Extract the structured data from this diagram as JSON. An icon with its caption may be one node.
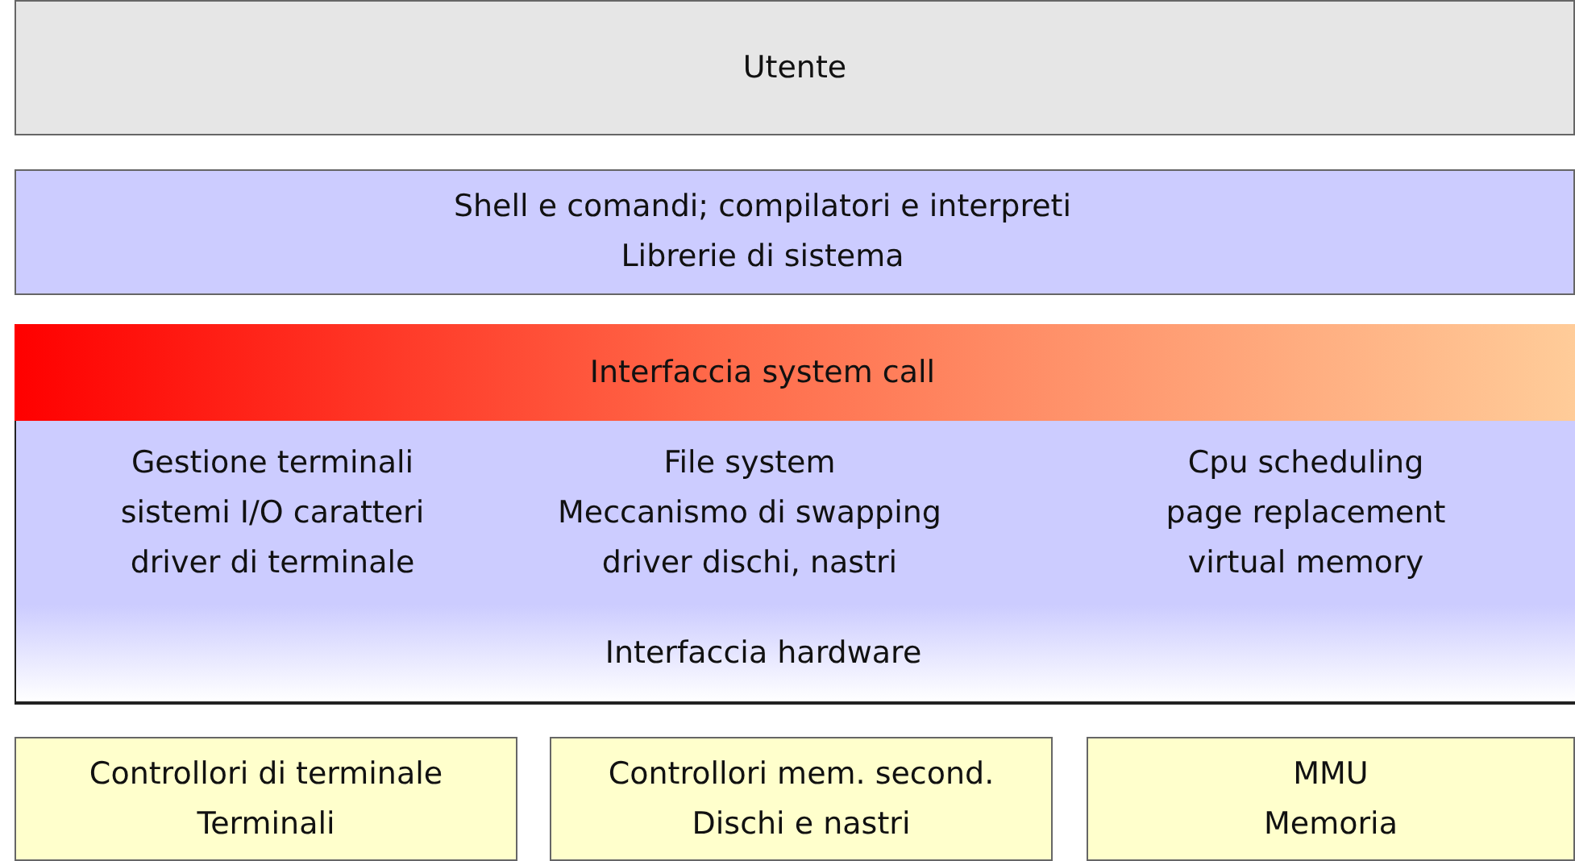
{
  "diagram": {
    "nodes": [
      {
        "text": [
          "Utente"
        ]
      },
      {
        "text": [
          "Shell e comandi; compilatori e interpreti",
          "Librerie di sistema"
        ]
      },
      {
        "text": [
          "Interfaccia system call"
        ]
      },
      {
        "text": [
          "Gestione terminali",
          "sistemi I/O caratteri",
          "driver di terminale"
        ]
      },
      {
        "text": [
          "File system",
          "Meccanismo di swapping",
          "driver dischi, nastri"
        ]
      },
      {
        "text": [
          "Cpu scheduling",
          "page replacement",
          "virtual memory"
        ]
      },
      {
        "text": [
          "Interfaccia hardware"
        ]
      },
      {
        "text": [
          "Controllori di terminale",
          "Terminali"
        ]
      },
      {
        "text": [
          "Controllori mem. second.",
          "Dischi e nastri"
        ]
      },
      {
        "text": [
          "MMU",
          "Memoria"
        ]
      }
    ],
    "edges": []
  }
}
